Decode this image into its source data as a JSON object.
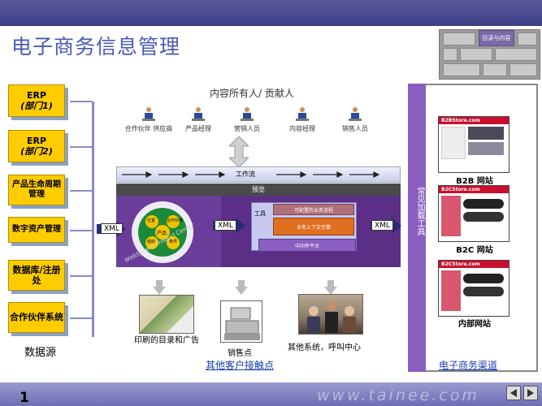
{
  "page": {
    "title": "电子商务信息管理",
    "page_number": "1",
    "watermark": "www.tainee.com"
  },
  "nav_grid": {
    "highlight_label": "目录与内容"
  },
  "sources": {
    "caption": "数据源",
    "items": [
      {
        "label": "ERP",
        "sub": "(部门1)"
      },
      {
        "label": "ERP",
        "sub": "(部门2)"
      },
      {
        "label": "产品生命周期管理",
        "sub": ""
      },
      {
        "label": "数字资产管理",
        "sub": ""
      },
      {
        "label": "数据库/注册处",
        "sub": ""
      },
      {
        "label": "合作伙伴系统",
        "sub": ""
      }
    ]
  },
  "owners": {
    "title": "内容所有人/ 贡献人",
    "people": [
      "合作伙伴 供应商",
      "产品经理",
      "营销人员",
      "内容经理",
      "销售人员"
    ]
  },
  "center": {
    "workflow": "工作流",
    "preview": "预览",
    "tools": "工具",
    "configurable": "可配置的业务流程",
    "context": "业务上下文引擎",
    "middleware": "中间件平台",
    "xml": "XML",
    "websphere": "WebSphere Product Center",
    "wheel_center": "产品",
    "wheel_items": [
      "位置",
      "合作伙伴",
      "组织",
      "条件"
    ]
  },
  "touchpoints": {
    "caption": "其他客户接触点",
    "items": [
      "印刷的目录和广告",
      "销售点",
      "其他系统，呼叫中心"
    ]
  },
  "channels": {
    "strip_label": "常见加载工具",
    "caption": "电子商务渠道",
    "sites": [
      {
        "header": "B2BStore.com",
        "label": "B2B 网站"
      },
      {
        "header": "B2CStore.com",
        "label": "B2C 网站"
      },
      {
        "header": "B2CStore.com",
        "label": "内部网站"
      }
    ]
  }
}
